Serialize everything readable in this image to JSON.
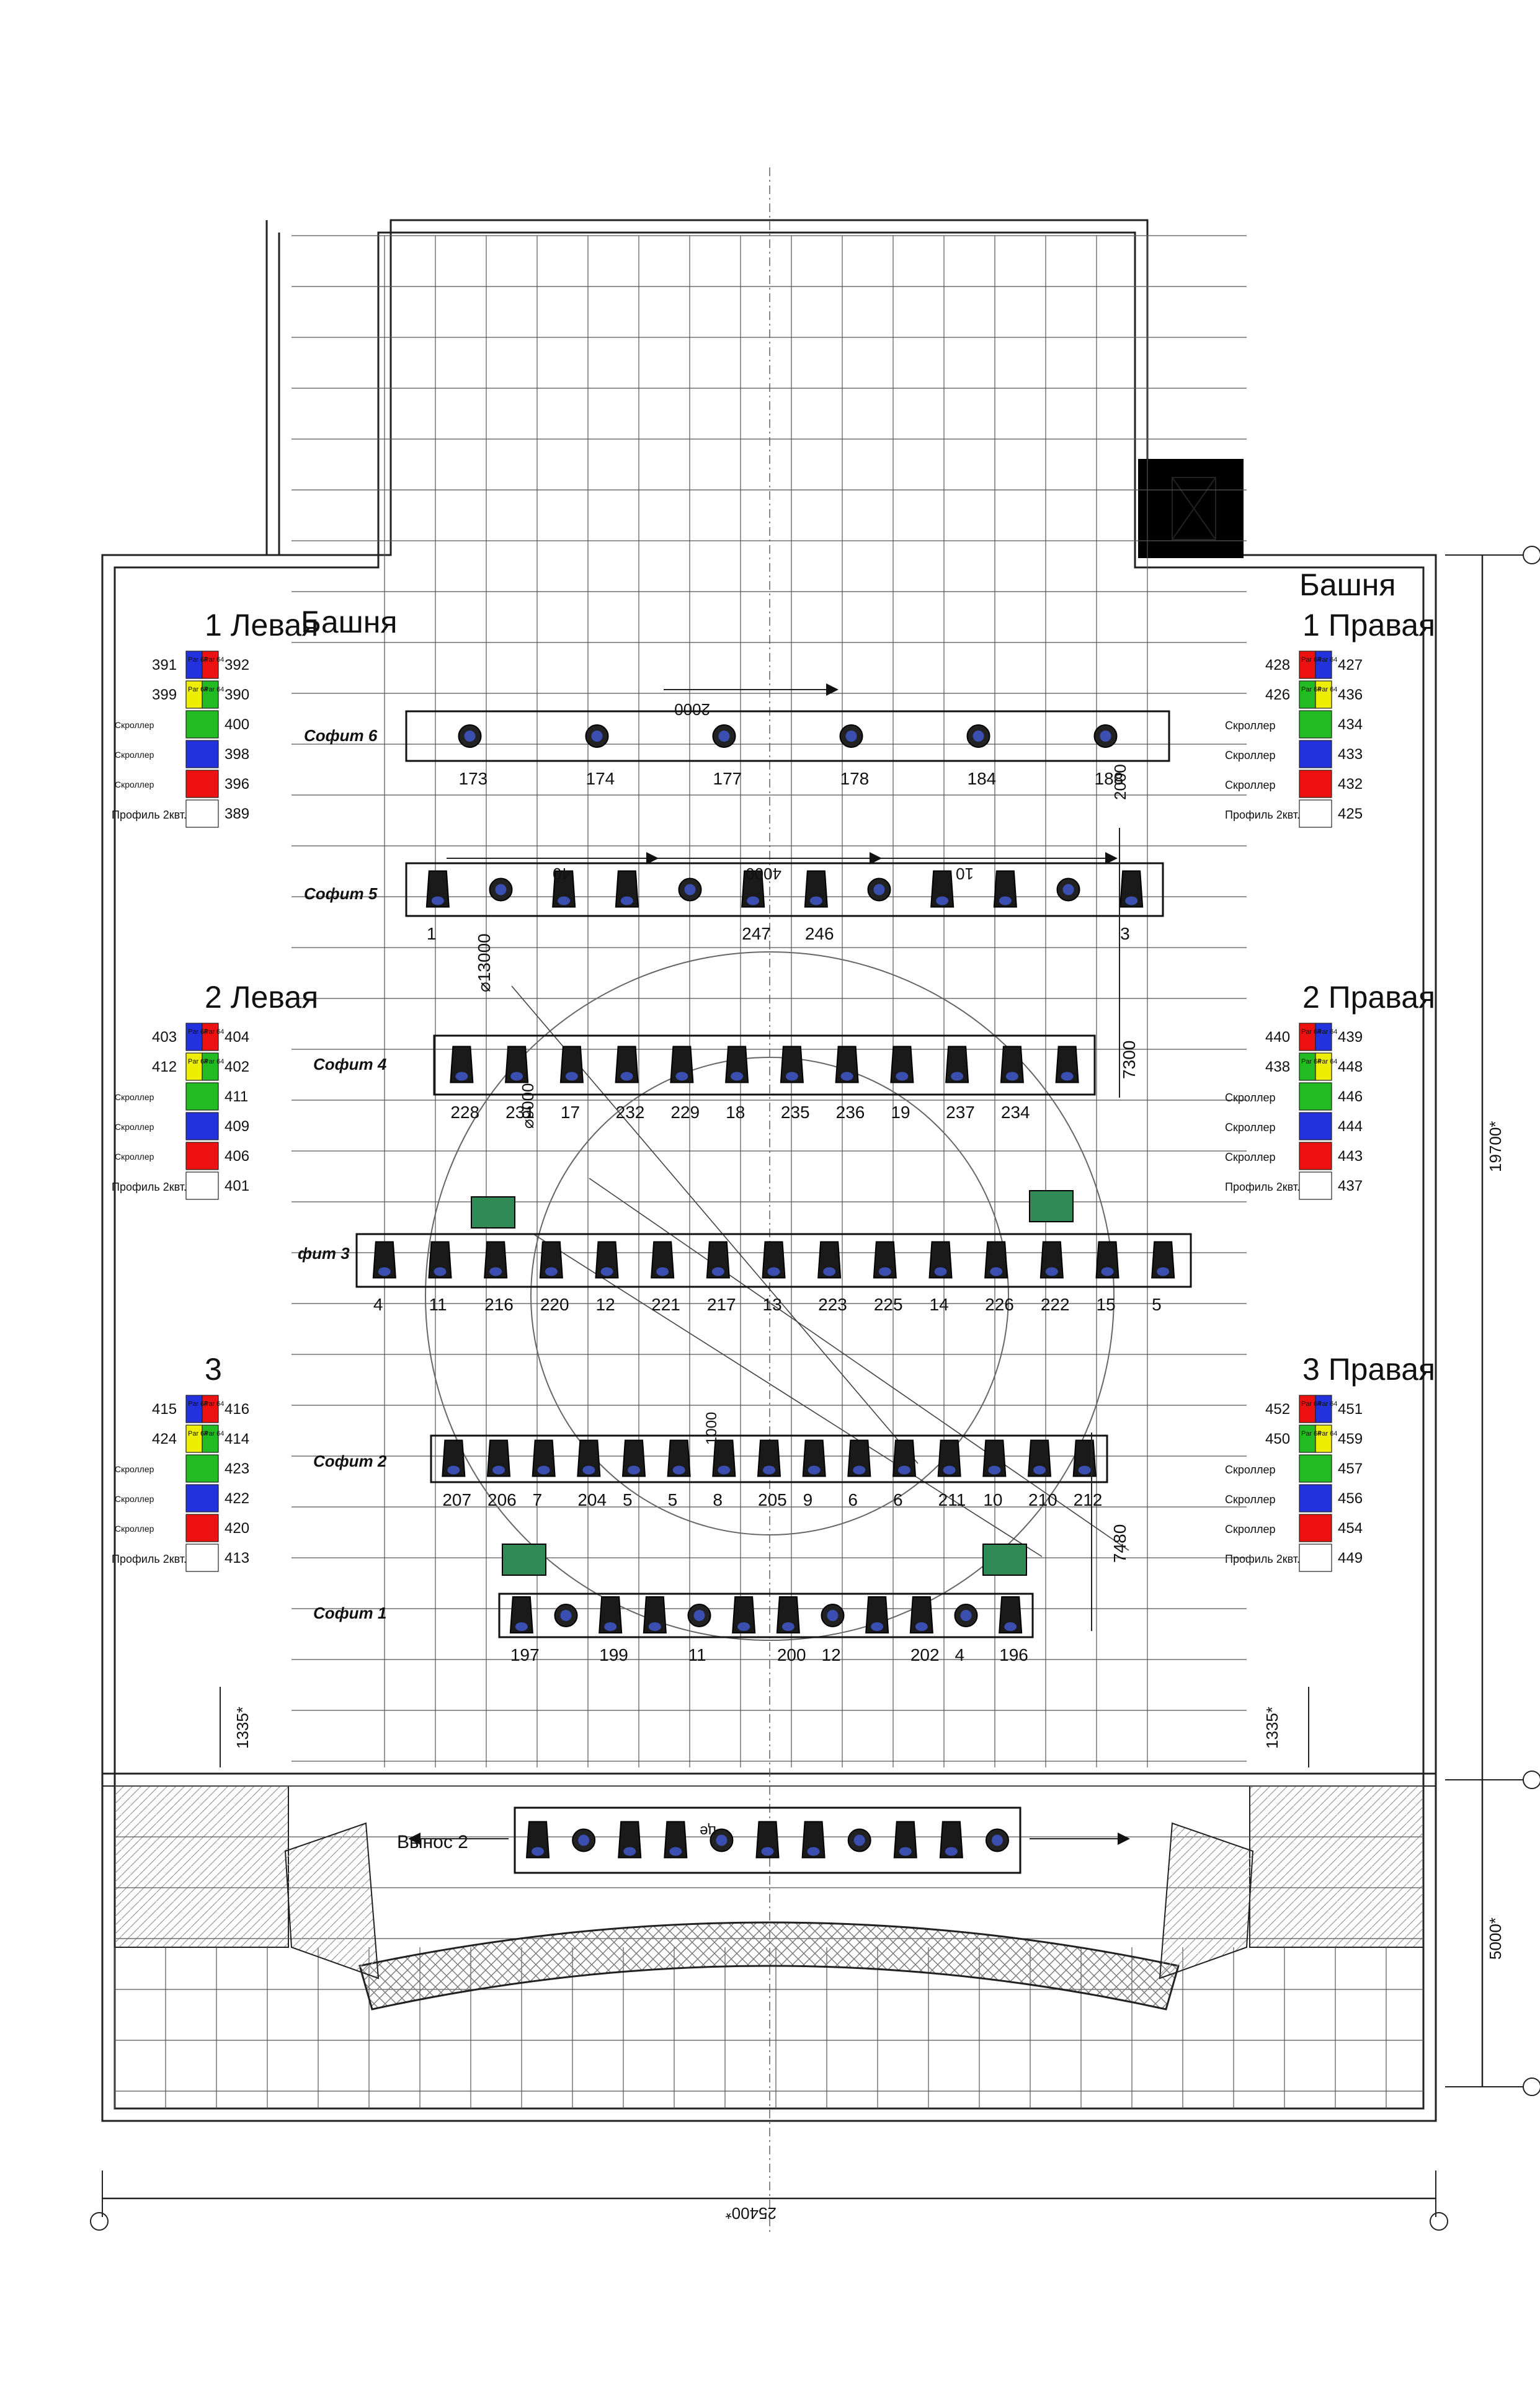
{
  "towers": {
    "left_heading": "Башня",
    "right_heading": "Башня",
    "left": [
      {
        "title": "1 Левая",
        "rows": [
          {
            "l": "391",
            "a": "Par 64",
            "b": "Par 64",
            "r": "392",
            "ca": "#2233dd",
            "cb": "#ee1111"
          },
          {
            "l": "399",
            "a": "Par 64",
            "b": "Par 64",
            "r": "390",
            "ca": "#eeee00",
            "cb": "#22bb22"
          },
          {
            "l": "",
            "a": "Скроллер",
            "b": "",
            "r": "400",
            "ca": "#22bb22",
            "cb": ""
          },
          {
            "l": "",
            "a": "Скроллер",
            "b": "",
            "r": "398",
            "ca": "#2233dd",
            "cb": ""
          },
          {
            "l": "",
            "a": "Скроллер",
            "b": "",
            "r": "396",
            "ca": "#ee1111",
            "cb": ""
          },
          {
            "l": "Профиль 2квт.",
            "a": "",
            "b": "",
            "r": "389",
            "ca": "#ffffff",
            "cb": ""
          }
        ]
      },
      {
        "title": "2 Левая",
        "rows": [
          {
            "l": "403",
            "a": "Par 64",
            "b": "Par 64",
            "r": "404",
            "ca": "#2233dd",
            "cb": "#ee1111"
          },
          {
            "l": "412",
            "a": "Par 64",
            "b": "Par 64",
            "r": "402",
            "ca": "#eeee00",
            "cb": "#22bb22"
          },
          {
            "l": "",
            "a": "Скроллер",
            "b": "",
            "r": "411",
            "ca": "#22bb22",
            "cb": ""
          },
          {
            "l": "",
            "a": "Скроллер",
            "b": "",
            "r": "409",
            "ca": "#2233dd",
            "cb": ""
          },
          {
            "l": "",
            "a": "Скроллер",
            "b": "",
            "r": "406",
            "ca": "#ee1111",
            "cb": ""
          },
          {
            "l": "Профиль 2квт.",
            "a": "",
            "b": "",
            "r": "401",
            "ca": "#ffffff",
            "cb": ""
          }
        ]
      },
      {
        "title": "3",
        "rows": [
          {
            "l": "415",
            "a": "Par 64",
            "b": "Par 64",
            "r": "416",
            "ca": "#2233dd",
            "cb": "#ee1111"
          },
          {
            "l": "424",
            "a": "Par 64",
            "b": "Par 64",
            "r": "414",
            "ca": "#eeee00",
            "cb": "#22bb22"
          },
          {
            "l": "",
            "a": "Скроллер",
            "b": "",
            "r": "423",
            "ca": "#22bb22",
            "cb": ""
          },
          {
            "l": "",
            "a": "Скроллер",
            "b": "",
            "r": "422",
            "ca": "#2233dd",
            "cb": ""
          },
          {
            "l": "",
            "a": "Скроллер",
            "b": "",
            "r": "420",
            "ca": "#ee1111",
            "cb": ""
          },
          {
            "l": "Профиль 2квт.",
            "a": "",
            "b": "",
            "r": "413",
            "ca": "#ffffff",
            "cb": ""
          }
        ]
      }
    ],
    "right": [
      {
        "title": "1 Правая",
        "rows": [
          {
            "l": "428",
            "a": "Par 64",
            "b": "Par 64",
            "r": "427",
            "ca": "#ee1111",
            "cb": "#2233dd"
          },
          {
            "l": "426",
            "a": "Par 64",
            "b": "Par 64",
            "r": "436",
            "ca": "#22bb22",
            "cb": "#eeee00"
          },
          {
            "l": "Скроллер",
            "a": "",
            "b": "",
            "r": "434",
            "ca": "#22bb22",
            "cb": ""
          },
          {
            "l": "Скроллер",
            "a": "",
            "b": "",
            "r": "433",
            "ca": "#2233dd",
            "cb": ""
          },
          {
            "l": "Скроллер",
            "a": "",
            "b": "",
            "r": "432",
            "ca": "#ee1111",
            "cb": ""
          },
          {
            "l": "Профиль 2квт.",
            "a": "",
            "b": "",
            "r": "425",
            "ca": "#ffffff",
            "cb": ""
          }
        ]
      },
      {
        "title": "2 Правая",
        "rows": [
          {
            "l": "440",
            "a": "Par 64",
            "b": "Par 64",
            "r": "439",
            "ca": "#ee1111",
            "cb": "#2233dd"
          },
          {
            "l": "438",
            "a": "Par 64",
            "b": "Par 64",
            "r": "448",
            "ca": "#22bb22",
            "cb": "#eeee00"
          },
          {
            "l": "Скроллер",
            "a": "",
            "b": "",
            "r": "446",
            "ca": "#22bb22",
            "cb": ""
          },
          {
            "l": "Скроллер",
            "a": "",
            "b": "",
            "r": "444",
            "ca": "#2233dd",
            "cb": ""
          },
          {
            "l": "Скроллер",
            "a": "",
            "b": "",
            "r": "443",
            "ca": "#ee1111",
            "cb": ""
          },
          {
            "l": "Профиль 2квт.",
            "a": "",
            "b": "",
            "r": "437",
            "ca": "#ffffff",
            "cb": ""
          }
        ]
      },
      {
        "title": "3 Правая",
        "rows": [
          {
            "l": "452",
            "a": "Par 64",
            "b": "Par 64",
            "r": "451",
            "ca": "#ee1111",
            "cb": "#2233dd"
          },
          {
            "l": "450",
            "a": "Par 64",
            "b": "Par 64",
            "r": "459",
            "ca": "#22bb22",
            "cb": "#eeee00"
          },
          {
            "l": "Скроллер",
            "a": "",
            "b": "",
            "r": "457",
            "ca": "#22bb22",
            "cb": ""
          },
          {
            "l": "Скроллер",
            "a": "",
            "b": "",
            "r": "456",
            "ca": "#2233dd",
            "cb": ""
          },
          {
            "l": "Скроллер",
            "a": "",
            "b": "",
            "r": "454",
            "ca": "#ee1111",
            "cb": ""
          },
          {
            "l": "Профиль 2квт.",
            "a": "",
            "b": "",
            "r": "449",
            "ca": "#ffffff",
            "cb": ""
          }
        ]
      }
    ]
  },
  "battens": [
    {
      "name": "Софит 6",
      "kind": "spot",
      "labels": [
        "173",
        "174",
        "177",
        "178",
        "184",
        "188"
      ]
    },
    {
      "name": "Софит 5",
      "kind": "mixed",
      "labels": [
        "1",
        "",
        "",
        "",
        "",
        "247",
        "246",
        "",
        "",
        "",
        "",
        "3"
      ]
    },
    {
      "name": "Софит 4",
      "kind": "profile",
      "labels": [
        "228",
        "231",
        "17",
        "232",
        "229",
        "18",
        "235",
        "236",
        "19",
        "237",
        "234",
        ""
      ]
    },
    {
      "name": "фит 3",
      "kind": "profile",
      "labels": [
        "4",
        "11",
        "216",
        "220",
        "12",
        "221",
        "217",
        "13",
        "223",
        "225",
        "14",
        "226",
        "222",
        "15",
        "5"
      ]
    },
    {
      "name": "Софит 2",
      "kind": "profile",
      "labels": [
        "207",
        "206",
        "7",
        "204",
        "5",
        "5",
        "8",
        "205",
        "9",
        "6",
        "6",
        "211",
        "10",
        "210",
        "212"
      ]
    },
    {
      "name": "Софит 1",
      "kind": "mixed",
      "labels": [
        "197",
        "",
        "199",
        "",
        "11",
        "",
        "200",
        "12",
        "",
        "202",
        "4",
        "196"
      ]
    },
    {
      "name": "Вынос 2",
      "kind": "mixed",
      "labels": [
        "",
        "",
        "",
        "",
        "",
        "",
        "",
        "",
        "",
        "",
        ""
      ]
    }
  ],
  "dimensions": {
    "soffit6_span": "2000",
    "soffit5_a": "40",
    "soffit5_b": "4000",
    "soffit5_c": "10",
    "right_vert_a": "2000",
    "circle_big": "⌀13000",
    "circle_small": "⌀9000",
    "vert_7300": "7300",
    "vert_7480": "7480",
    "small_1000": "1000",
    "center_2000": "2000",
    "left_1335": "1335*",
    "right_1335": "1335*",
    "total_depth": "19700*",
    "fore_depth": "5000*",
    "total_width": "25400*",
    "ce": "це"
  },
  "colors": {
    "line": "#222222",
    "grid": "#555555",
    "hatch": "#888888",
    "fixture_fill": "#1a1a1a",
    "fixture_glow": "#3a4fb0",
    "green_unit": "#2f8a55"
  }
}
